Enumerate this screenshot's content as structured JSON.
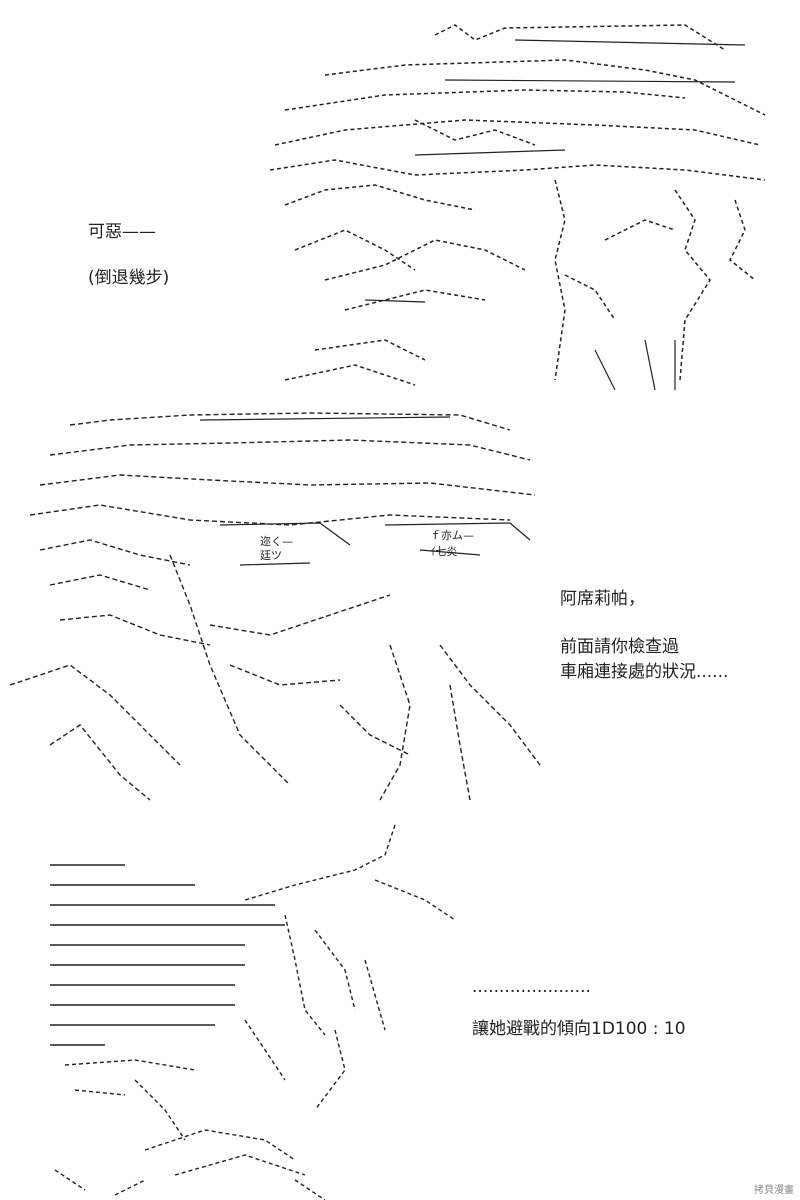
{
  "panels": [
    {
      "id": "panel-1",
      "lines": [
        "可惡——",
        "(倒退幾步)"
      ]
    },
    {
      "id": "panel-2",
      "lines": [
        "阿席莉帕，",
        "前面請你檢查過",
        "車廂連接處的狀況......"
      ]
    },
    {
      "id": "panel-3",
      "lines": [
        "......................",
        "讓她避戰的傾向1D100 : 10"
      ]
    }
  ],
  "art_text": {
    "eye_left": "迩く—",
    "eye_left_2": "廷ツ",
    "eye_right": "ｆ亦ム—",
    "eye_right_2": "ｲ七炎"
  },
  "watermark": "拷貝漫畫"
}
